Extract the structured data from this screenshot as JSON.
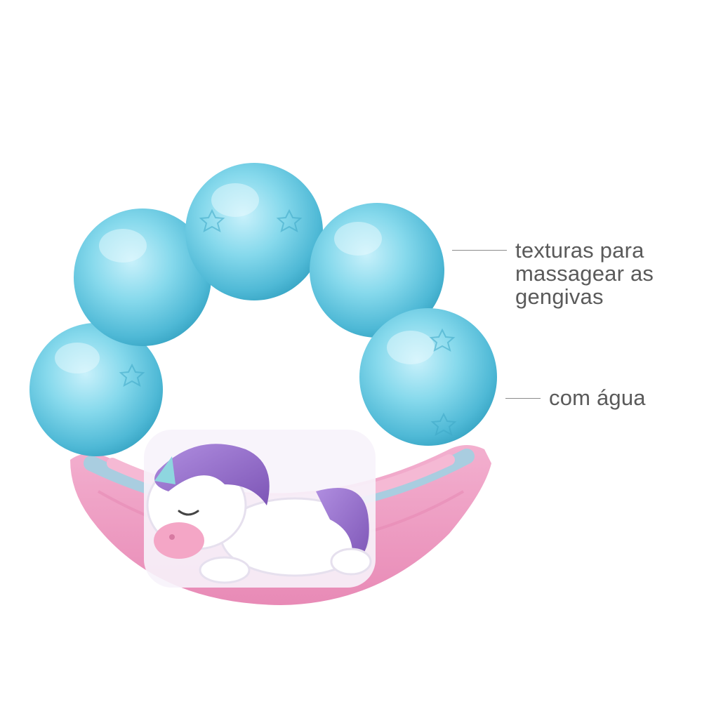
{
  "product": {
    "image_subject": "baby-teether-unicorn-rainbow",
    "colors": {
      "bead_blue": "#7fd6ea",
      "bead_blue_dark": "#4fb9d6",
      "rainbow_pink": "#ee9cc2",
      "rainbow_blue": "#a9cde0",
      "unicorn_purple": "#9b74c9",
      "unicorn_white": "#ffffff",
      "background": "#ffffff"
    }
  },
  "callouts": {
    "textures": "texturas para\nmassagear as\ngengivas",
    "water": "com água"
  }
}
